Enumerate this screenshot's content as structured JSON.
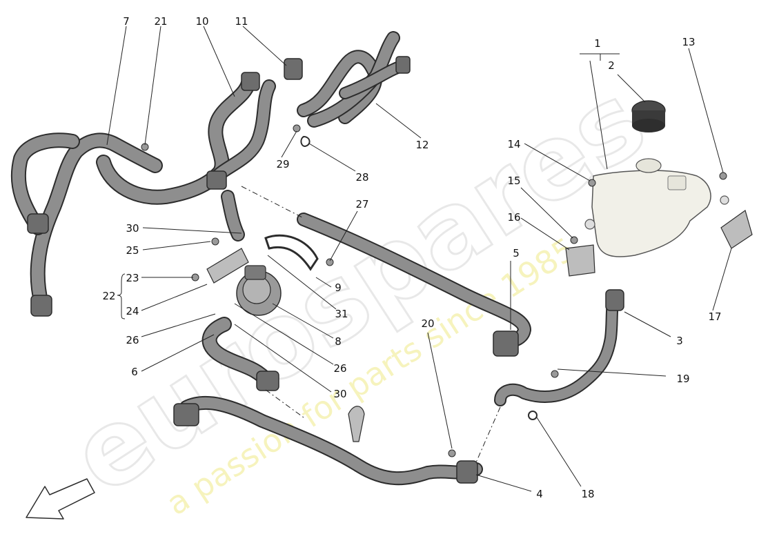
{
  "watermark": {
    "brand": "eurospares",
    "tagline": "a passion for parts since 1985"
  },
  "callouts": {
    "c1": "1",
    "c2": "2",
    "c3": "3",
    "c4": "4",
    "c5": "5",
    "c6": "6",
    "c7": "7",
    "c8": "8",
    "c9": "9",
    "c10": "10",
    "c11": "11",
    "c12": "12",
    "c13": "13",
    "c14": "14",
    "c15": "15",
    "c16": "16",
    "c17": "17",
    "c18": "18",
    "c19": "19",
    "c20": "20",
    "c21": "21",
    "c22": "22",
    "c23": "23",
    "c24": "24",
    "c25": "25",
    "c26a": "26",
    "c26b": "26",
    "c27": "27",
    "c28": "28",
    "c29": "29",
    "c30a": "30",
    "c30b": "30",
    "c31": "31"
  },
  "icons": {
    "direction_arrow": "front-direction-arrow-icon"
  },
  "colors": {
    "hose_fill": "#8e8e8e",
    "hose_outline": "#2c2c2c",
    "tank_fill": "#f1f0e8",
    "bracket_fill": "#bdbdbd"
  }
}
